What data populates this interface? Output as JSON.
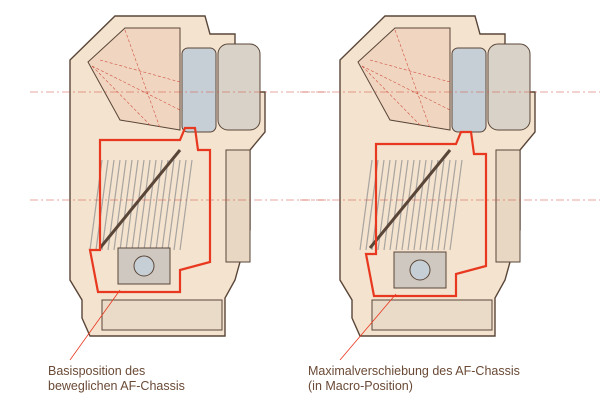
{
  "figure": {
    "panels": [
      {
        "id": "base",
        "caption_lines": [
          "Basisposition des",
          "beweglichen AF-Chassis"
        ],
        "chassis_shift": 0
      },
      {
        "id": "macro",
        "caption_lines": [
          "Maximalverschiebung des AF-Chassis",
          "(in Macro-Position)"
        ],
        "chassis_shift": 1
      }
    ],
    "colors": {
      "body_fill": "#f4e3cf",
      "body_stroke": "#5a4638",
      "chassis": "#e8381f",
      "glass": "#c7cfd6",
      "prism": "#f0d6c0",
      "mechanics": "#a8a4a0",
      "caption": "#6a4a36",
      "axis": "#d05040"
    }
  }
}
